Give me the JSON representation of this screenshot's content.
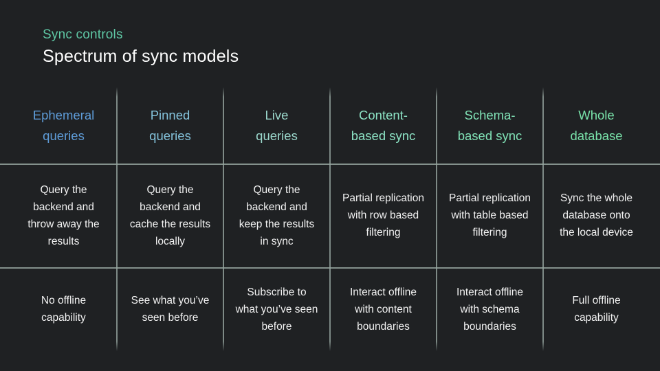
{
  "slide": {
    "eyebrow": "Sync controls",
    "title": "Spectrum of sync models"
  },
  "colors": {
    "background": "#1f2123",
    "grid_line": "#96a59f",
    "eyebrow": "#5fc8a5",
    "title": "#ffffff",
    "body_text": "#f2f2f2"
  },
  "table": {
    "columns": [
      {
        "header": "Ephemeral\nqueries",
        "header_color": "#5e9cd8",
        "description": "Query the\nbackend and\nthrow away the\nresults",
        "offline": "No offline\ncapability"
      },
      {
        "header": "Pinned\nqueries",
        "header_color": "#84c3dc",
        "description": "Query the\nbackend and\ncache the results\nlocally",
        "offline": "See what you’ve\nseen before"
      },
      {
        "header": "Live\nqueries",
        "header_color": "#9bd8cc",
        "description": "Query the\nbackend and\nkeep the results\nin sync",
        "offline": "Subscribe to\nwhat you’ve seen\nbefore"
      },
      {
        "header": "Content-\nbased sync",
        "header_color": "#8ce2c4",
        "description": "Partial replication\nwith row based\nfiltering",
        "offline": "Interact offline\nwith content\nboundaries"
      },
      {
        "header": "Schema-\nbased sync",
        "header_color": "#81e3b7",
        "description": "Partial replication\nwith table based\nfiltering",
        "offline": "Interact offline\nwith schema\nboundaries"
      },
      {
        "header": "Whole\ndatabase",
        "header_color": "#79e3aa",
        "description": "Sync the whole\ndatabase onto\nthe local device",
        "offline": "Full offline\ncapability"
      }
    ]
  }
}
